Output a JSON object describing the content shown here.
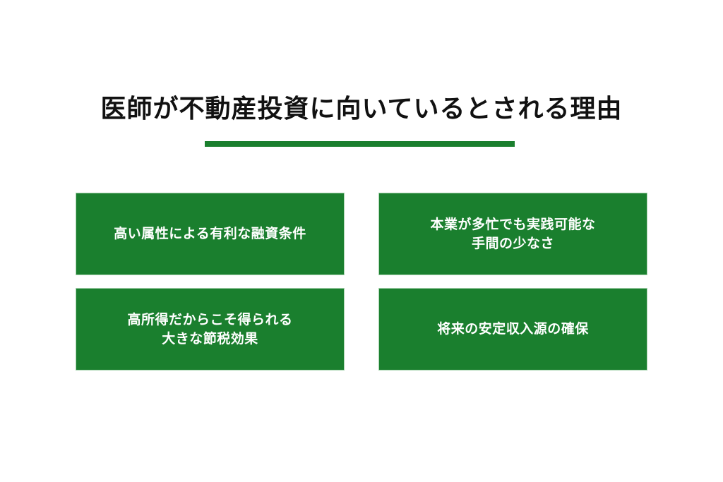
{
  "title": "医師が不動産投資に向いているとされる理由",
  "colors": {
    "accent": "#1a7f2e",
    "card_text": "#ffffff",
    "title_text": "#111111"
  },
  "cards": [
    {
      "label": "高い属性による有利な融資条件"
    },
    {
      "label": "本業が多忙でも実践可能な\n手間の少なさ"
    },
    {
      "label": "高所得だからこそ得られる\n大きな節税効果"
    },
    {
      "label": "将来の安定収入源の確保"
    }
  ]
}
